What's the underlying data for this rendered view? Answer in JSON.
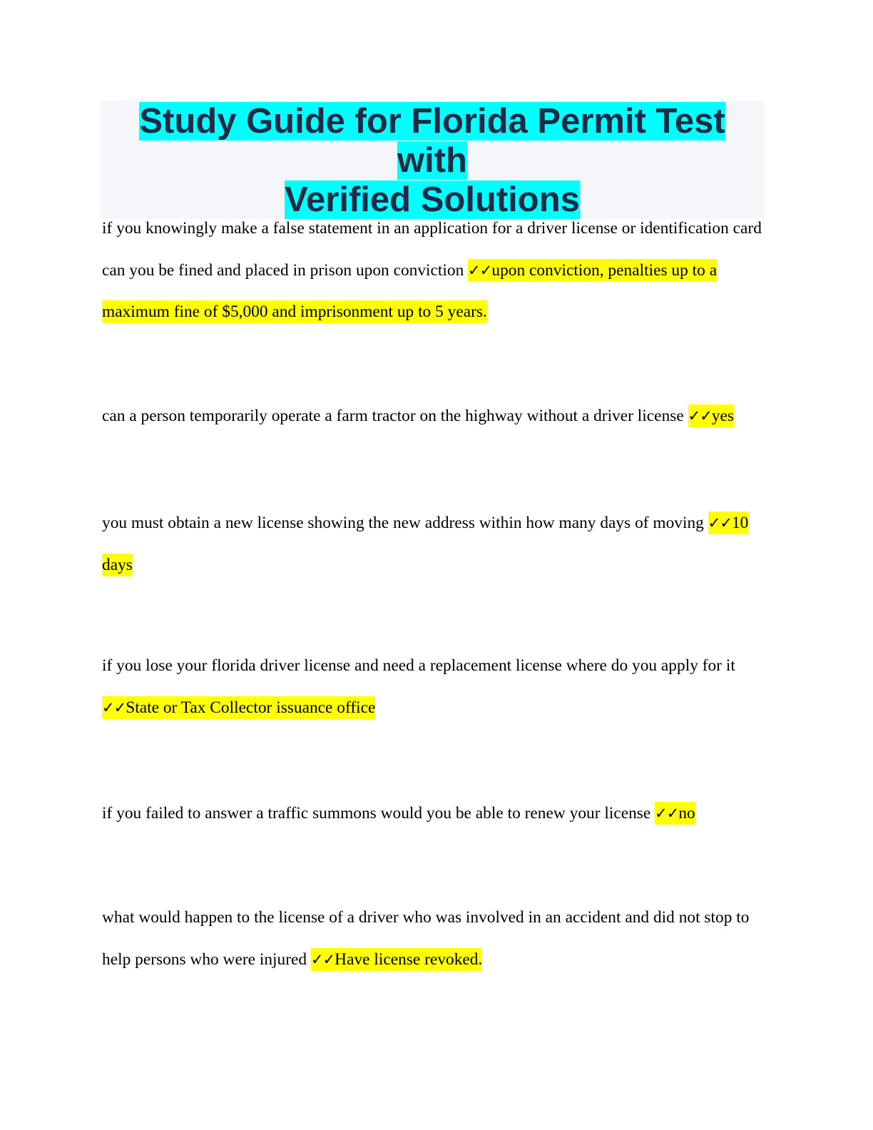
{
  "title": {
    "line1": "Study Guide for Florida Permit Test with",
    "line2": "Verified Solutions"
  },
  "check_mark": "✓✓",
  "colors": {
    "title_highlight": "#00ffff",
    "answer_highlight": "#ffff00",
    "title_text": "#1f2a44",
    "title_box": "#f5f6f9"
  },
  "items": [
    {
      "question": "if you knowingly make a false statement in an application for a driver license or identification card can you be fined and placed in prison upon conviction",
      "answer": "upon conviction, penalties up to a maximum fine of $5,000 and imprisonment up to 5 years."
    },
    {
      "question": "can a person temporarily operate a farm tractor on the highway without a driver license",
      "answer": "yes"
    },
    {
      "question": "you must obtain a new license showing the new address within how many days of moving",
      "answer": "10 days"
    },
    {
      "question": "if you lose your florida driver license and need a replacement license where do you apply for it",
      "answer": "State or Tax Collector issuance office"
    },
    {
      "question": "if you failed to answer a traffic summons would you be able to renew your license",
      "answer": "no"
    },
    {
      "question": "what would happen to the license of a driver who was involved in an accident and did not stop to help persons who were injured",
      "answer": "Have license revoked."
    }
  ]
}
